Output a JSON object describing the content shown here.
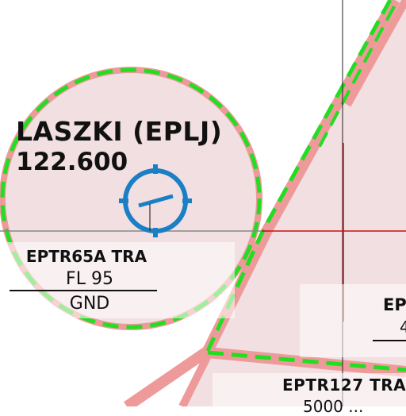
{
  "aerodrome": {
    "name": "LASZKI (EPLJ)",
    "frequency": "122.600"
  },
  "airspaces": {
    "eptr65a": {
      "name": "EPTR65A TRA",
      "upper": "FL 95",
      "lower": "GND"
    },
    "right_partial": {
      "name": "EP",
      "upper": "4"
    },
    "eptr127": {
      "name": "EPTR127 TRA",
      "upper": "5000 ..."
    }
  },
  "colors": {
    "zone_fill": "#f1dfe1",
    "zone_border": "#ef9a9a",
    "dash_green": "#22dd22",
    "aerodrome_symbol": "#1a7fc4",
    "crosshair": "#cc1111"
  }
}
